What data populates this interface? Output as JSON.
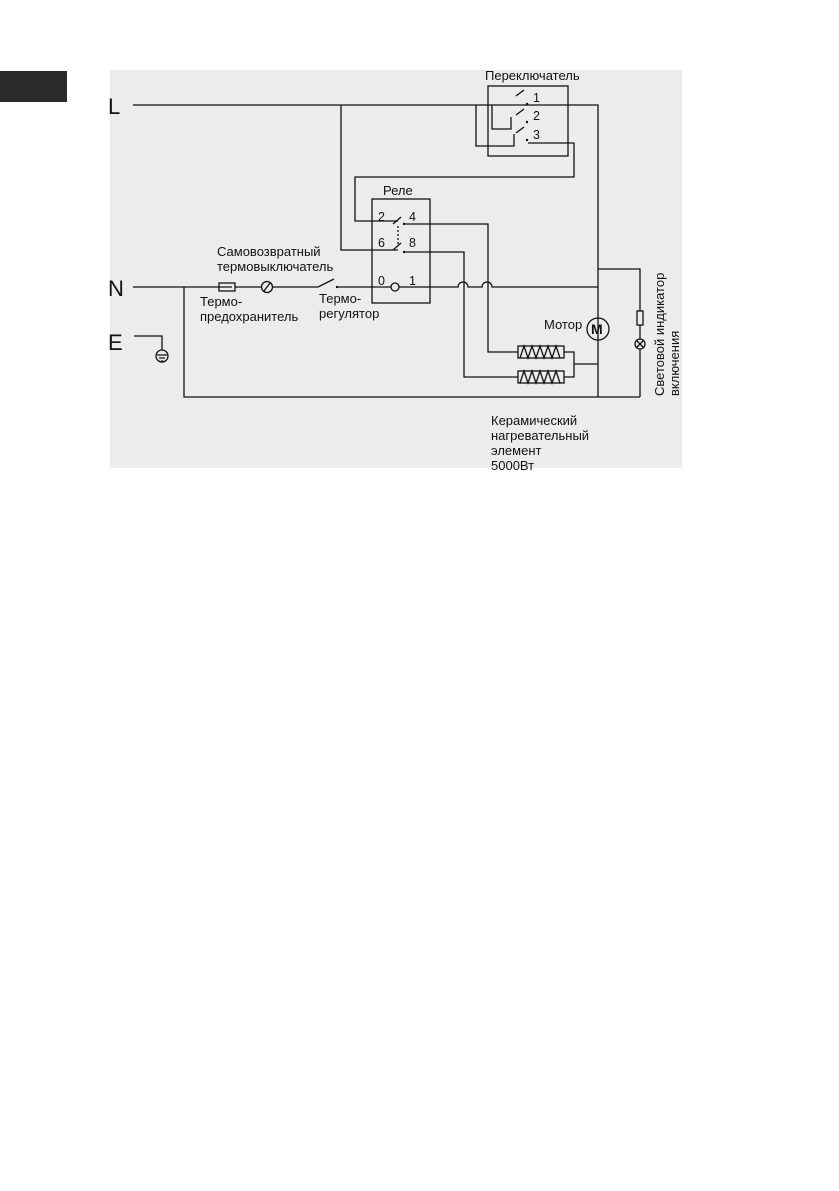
{
  "page": {
    "tab_marker_color": "#2b2b2b",
    "diagram_background": "#ececec"
  },
  "terminals": {
    "line": "L",
    "neutral": "N",
    "earth": "E"
  },
  "labels": {
    "switch": "Переключатель",
    "relay": "Реле",
    "self_reset_line1": "Самовозвратный",
    "self_reset_line2": "термовыключатель",
    "fuse_line1": "Термо-",
    "fuse_line2": "предохранитель",
    "thermostat_line1": "Термо-",
    "thermostat_line2": "регулятор",
    "motor": "Мотор",
    "motor_symbol": "M",
    "indicator_line1": "Световой индикатор",
    "indicator_line2": "включения",
    "heater_line1": "Керамический",
    "heater_line2": "нагревательный",
    "heater_line3": "элемент",
    "heater_line4": "5000Вт"
  },
  "switch_positions": [
    "1",
    "2",
    "3"
  ],
  "relay_contacts": {
    "c2": "2",
    "c4": "4",
    "c6": "6",
    "c8": "8",
    "c0": "0",
    "c1": "1"
  }
}
